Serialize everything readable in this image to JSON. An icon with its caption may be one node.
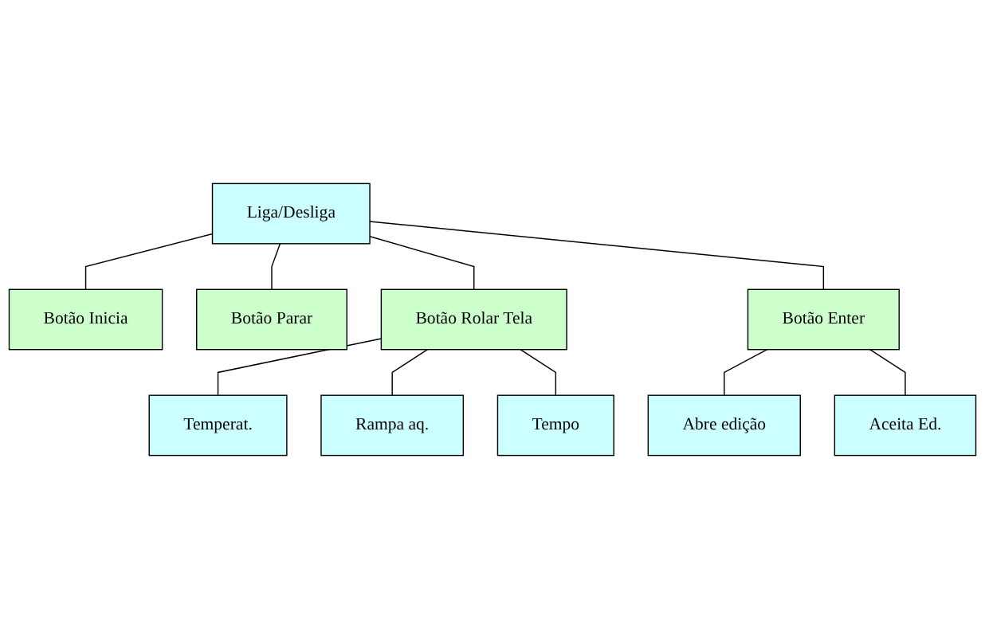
{
  "diagram": {
    "nodes": [
      {
        "text": [
          "Liga/Desliga"
        ]
      },
      {
        "text": [
          "Botão Inicia"
        ]
      },
      {
        "text": [
          "Botão Parar"
        ]
      },
      {
        "text": [
          "Botão Rolar Tela"
        ]
      },
      {
        "text": [
          "Botão Enter"
        ]
      },
      {
        "text": [
          "Temperat."
        ]
      },
      {
        "text": [
          "Rampa aq."
        ]
      },
      {
        "text": [
          "Tempo"
        ]
      },
      {
        "text": [
          "Abre edição"
        ]
      },
      {
        "text": [
          "Aceita Ed."
        ]
      }
    ],
    "edges": [
      {
        "from": 0,
        "to": 1,
        "arrow": "none"
      },
      {
        "from": 0,
        "to": 2,
        "arrow": "none"
      },
      {
        "from": 0,
        "to": 3,
        "arrow": "none"
      },
      {
        "from": 0,
        "to": 4,
        "arrow": "none"
      },
      {
        "from": 3,
        "to": 5,
        "arrow": "none"
      },
      {
        "from": 3,
        "to": 6,
        "arrow": "none"
      },
      {
        "from": 3,
        "to": 7,
        "arrow": "none"
      },
      {
        "from": 4,
        "to": 8,
        "arrow": "none"
      },
      {
        "from": 4,
        "to": 9,
        "arrow": "none"
      }
    ]
  }
}
